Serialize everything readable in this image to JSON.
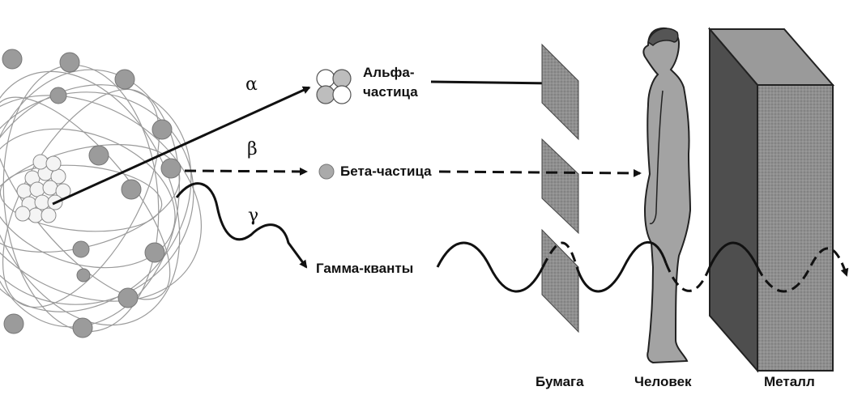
{
  "rays": {
    "alpha": {
      "symbol": "α",
      "label_line1": "Альфа-",
      "label_line2": "частица"
    },
    "beta": {
      "symbol": "β",
      "label": "Бета-частица"
    },
    "gamma": {
      "symbol": "γ",
      "label": "Гамма-кванты"
    }
  },
  "barriers": {
    "paper": "Бумага",
    "human": "Человек",
    "metal": "Металл"
  },
  "colors": {
    "ink": "#111111",
    "plate": "#8c8c8c",
    "metal_front": "#7a7a7a",
    "metal_side": "#4e4e4e",
    "metal_top": "#9a9a9a",
    "body": "#9e9e9e"
  }
}
